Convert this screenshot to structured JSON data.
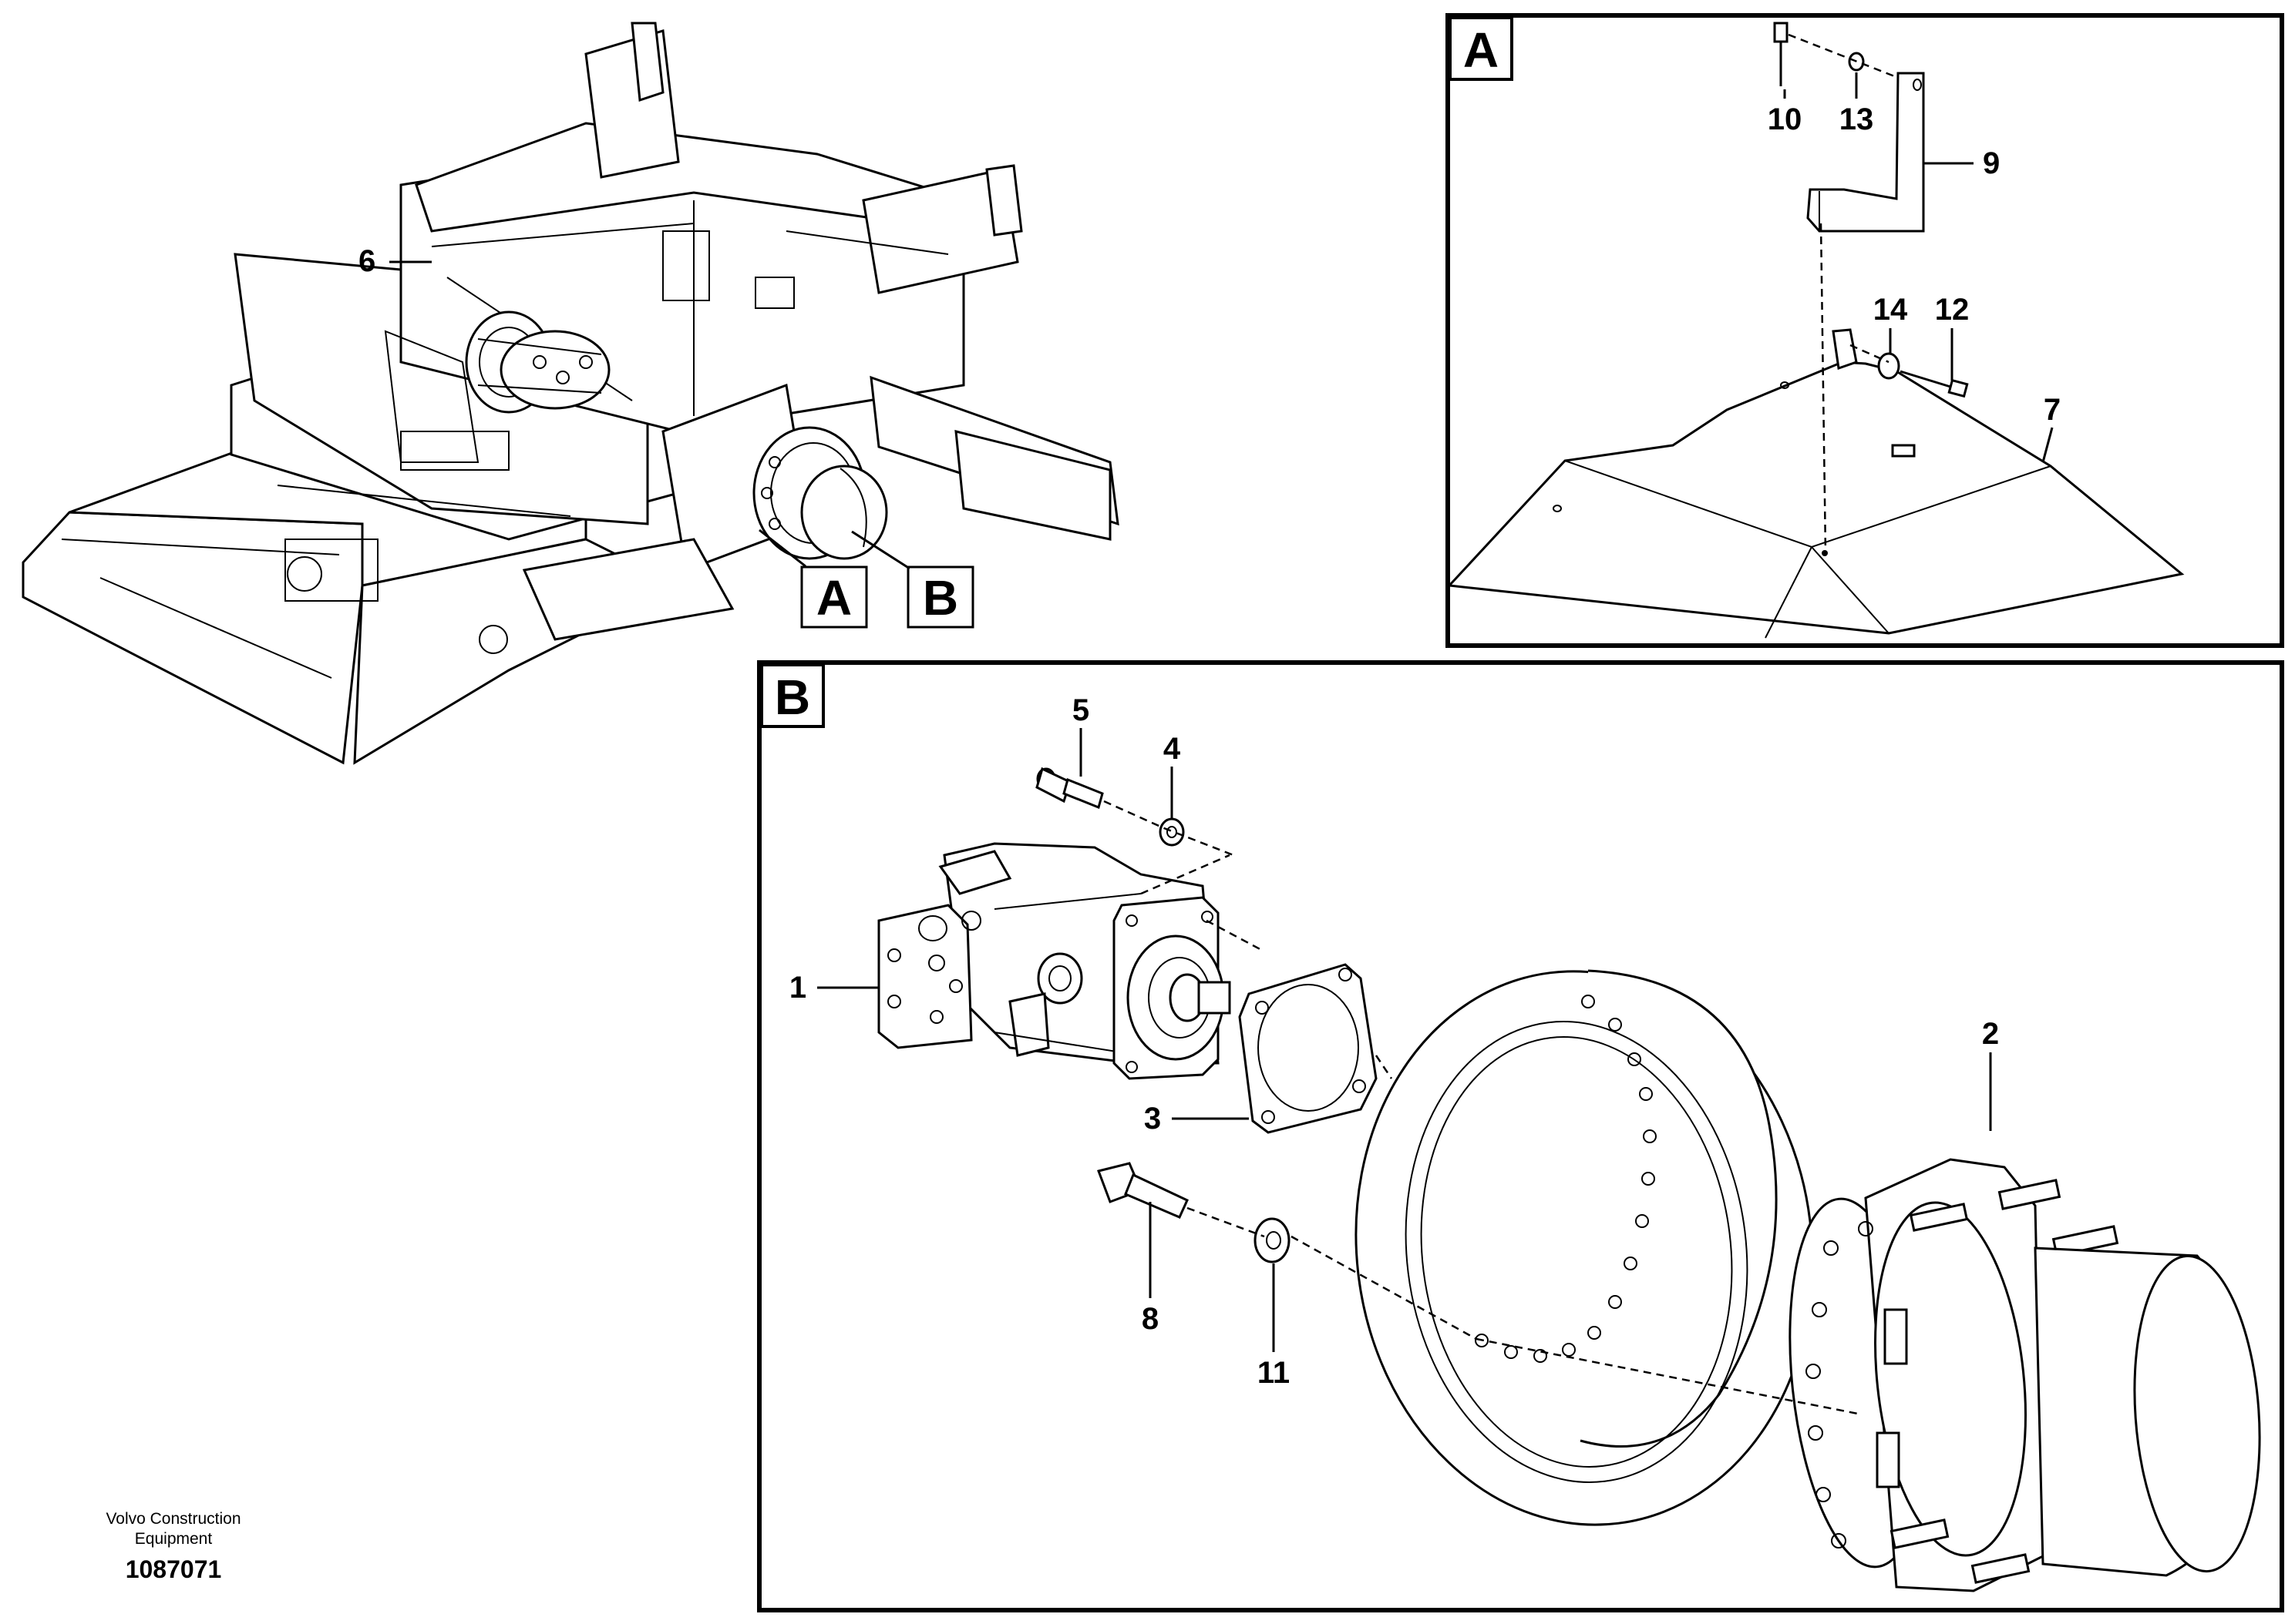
{
  "overview": {
    "callouts": [
      {
        "id": "6",
        "label": "6"
      }
    ],
    "view_tags": [
      {
        "id": "A",
        "label": "A"
      },
      {
        "id": "B",
        "label": "B"
      }
    ]
  },
  "detail_a": {
    "tag": "A",
    "callouts": [
      {
        "id": "10",
        "label": "10"
      },
      {
        "id": "13",
        "label": "13"
      },
      {
        "id": "9",
        "label": "9"
      },
      {
        "id": "14",
        "label": "14"
      },
      {
        "id": "12",
        "label": "12"
      },
      {
        "id": "7",
        "label": "7"
      }
    ]
  },
  "detail_b": {
    "tag": "B",
    "callouts": [
      {
        "id": "5",
        "label": "5"
      },
      {
        "id": "4",
        "label": "4"
      },
      {
        "id": "1",
        "label": "1"
      },
      {
        "id": "3",
        "label": "3"
      },
      {
        "id": "2",
        "label": "2"
      },
      {
        "id": "8",
        "label": "8"
      },
      {
        "id": "11",
        "label": "11"
      }
    ]
  },
  "footer": {
    "brand_line1": "Volvo Construction",
    "brand_line2": "Equipment",
    "drawing_number": "1087071"
  }
}
